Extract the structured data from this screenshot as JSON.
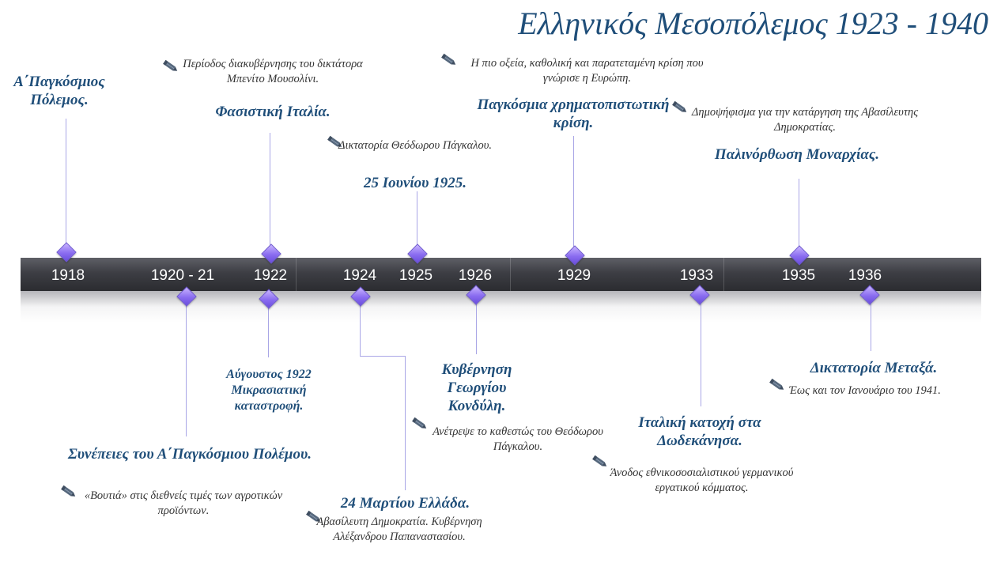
{
  "title": "Ελληνικός Μεσοπόλεμος 1923 - 1940",
  "years": [
    "1918",
    "1920 - 21",
    "1922",
    "1924",
    "1925",
    "1926",
    "1929",
    "1933",
    "1935",
    "1936"
  ],
  "events": {
    "e1918": {
      "heading": "Α΄Παγκόσμιος Πόλεμος."
    },
    "e1922a": {
      "note": "Περίοδος διακυβέρνησης του δικτάτορα Μπενίτο Μουσολίνι.",
      "heading": "Φασιστική Ιταλία."
    },
    "e1925": {
      "note": "Δικτατορία Θεόδωρου Πάγκαλου.",
      "heading": "25 Ιουνίου 1925."
    },
    "e1929": {
      "note": "Η πιο οξεία, καθολική και παρατεταμένη κρίση που γνώρισε η Ευρώπη.",
      "heading": "Παγκόσμια χρηματοπιστωτική κρίση."
    },
    "e1935": {
      "note": "Δημοψήφισμα για την κατάργηση της Αβασίλευτης Δημοκρατίας.",
      "heading": "Παλινόρθωση Μοναρχίας."
    },
    "e1920": {
      "heading": "Συνέπειες του Α΄Παγκόσμιου Πολέμου.",
      "note": "«Βουτιά» στις διεθνείς τιμές των αγροτικών προϊόντων."
    },
    "e1922b": {
      "heading": "Αύγουστος 1922 Μικρασιατική καταστροφή."
    },
    "e1924": {
      "heading": "24 Μαρτίου Ελλάδα.",
      "note": "Αβασίλευτη Δημοκρατία. Κυβέρνηση Αλέξανδρου Παπαναστασίου."
    },
    "e1926": {
      "heading": "Κυβέρνηση Γεωργίου Κονδύλη.",
      "note": "Ανέτρεψε το καθεστώς του Θεόδωρου Πάγκαλου."
    },
    "e1933": {
      "heading": "Ιταλική κατοχή στα Δωδεκάνησα.",
      "note": "Άνοδος εθνικοσοσιαλιστικού γερμανικού εργατικού κόμματος."
    },
    "e1936": {
      "heading": "Δικτατορία Μεταξά.",
      "note": "Έως και τον Ιανουάριο του 1941."
    }
  },
  "colors": {
    "title": "#1f4e79",
    "heading": "#1f4e79",
    "note": "#333333",
    "band": "#3d3e44",
    "marker": "#8a6cf0",
    "connector": "#a9a6e6"
  },
  "icons": {
    "note": "pencil-icon",
    "marker": "diamond-marker"
  }
}
